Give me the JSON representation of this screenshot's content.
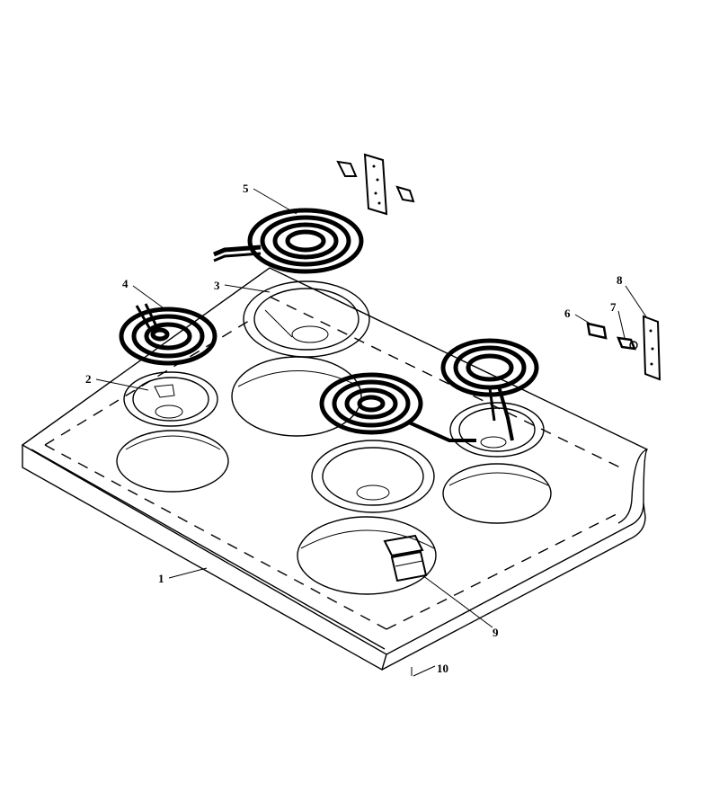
{
  "diagram": {
    "parts": [
      {
        "id": "1",
        "label": "1"
      },
      {
        "id": "2",
        "label": "2"
      },
      {
        "id": "3",
        "label": "3"
      },
      {
        "id": "4",
        "label": "4"
      },
      {
        "id": "5",
        "label": "5"
      },
      {
        "id": "6",
        "label": "6"
      },
      {
        "id": "7",
        "label": "7"
      },
      {
        "id": "8",
        "label": "8"
      },
      {
        "id": "9",
        "label": "9"
      },
      {
        "id": "10",
        "label": "10"
      }
    ]
  }
}
